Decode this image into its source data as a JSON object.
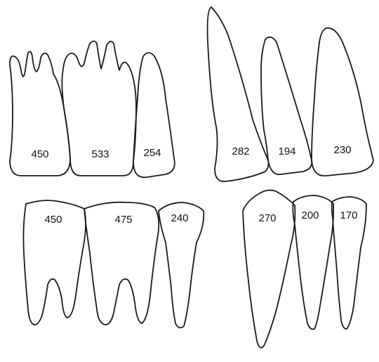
{
  "groups": {
    "upper_molars": {
      "values": [
        "450",
        "533",
        "254"
      ]
    },
    "upper_anteriors": {
      "values": [
        "282",
        "194",
        "230"
      ]
    },
    "lower_molars": {
      "values": [
        "450",
        "475",
        "240"
      ]
    },
    "lower_anteriors": {
      "values": [
        "270",
        "200",
        "170"
      ]
    }
  },
  "colors": {
    "stroke": "#1a1a1a",
    "text": "#111111",
    "background": "#ffffff"
  }
}
